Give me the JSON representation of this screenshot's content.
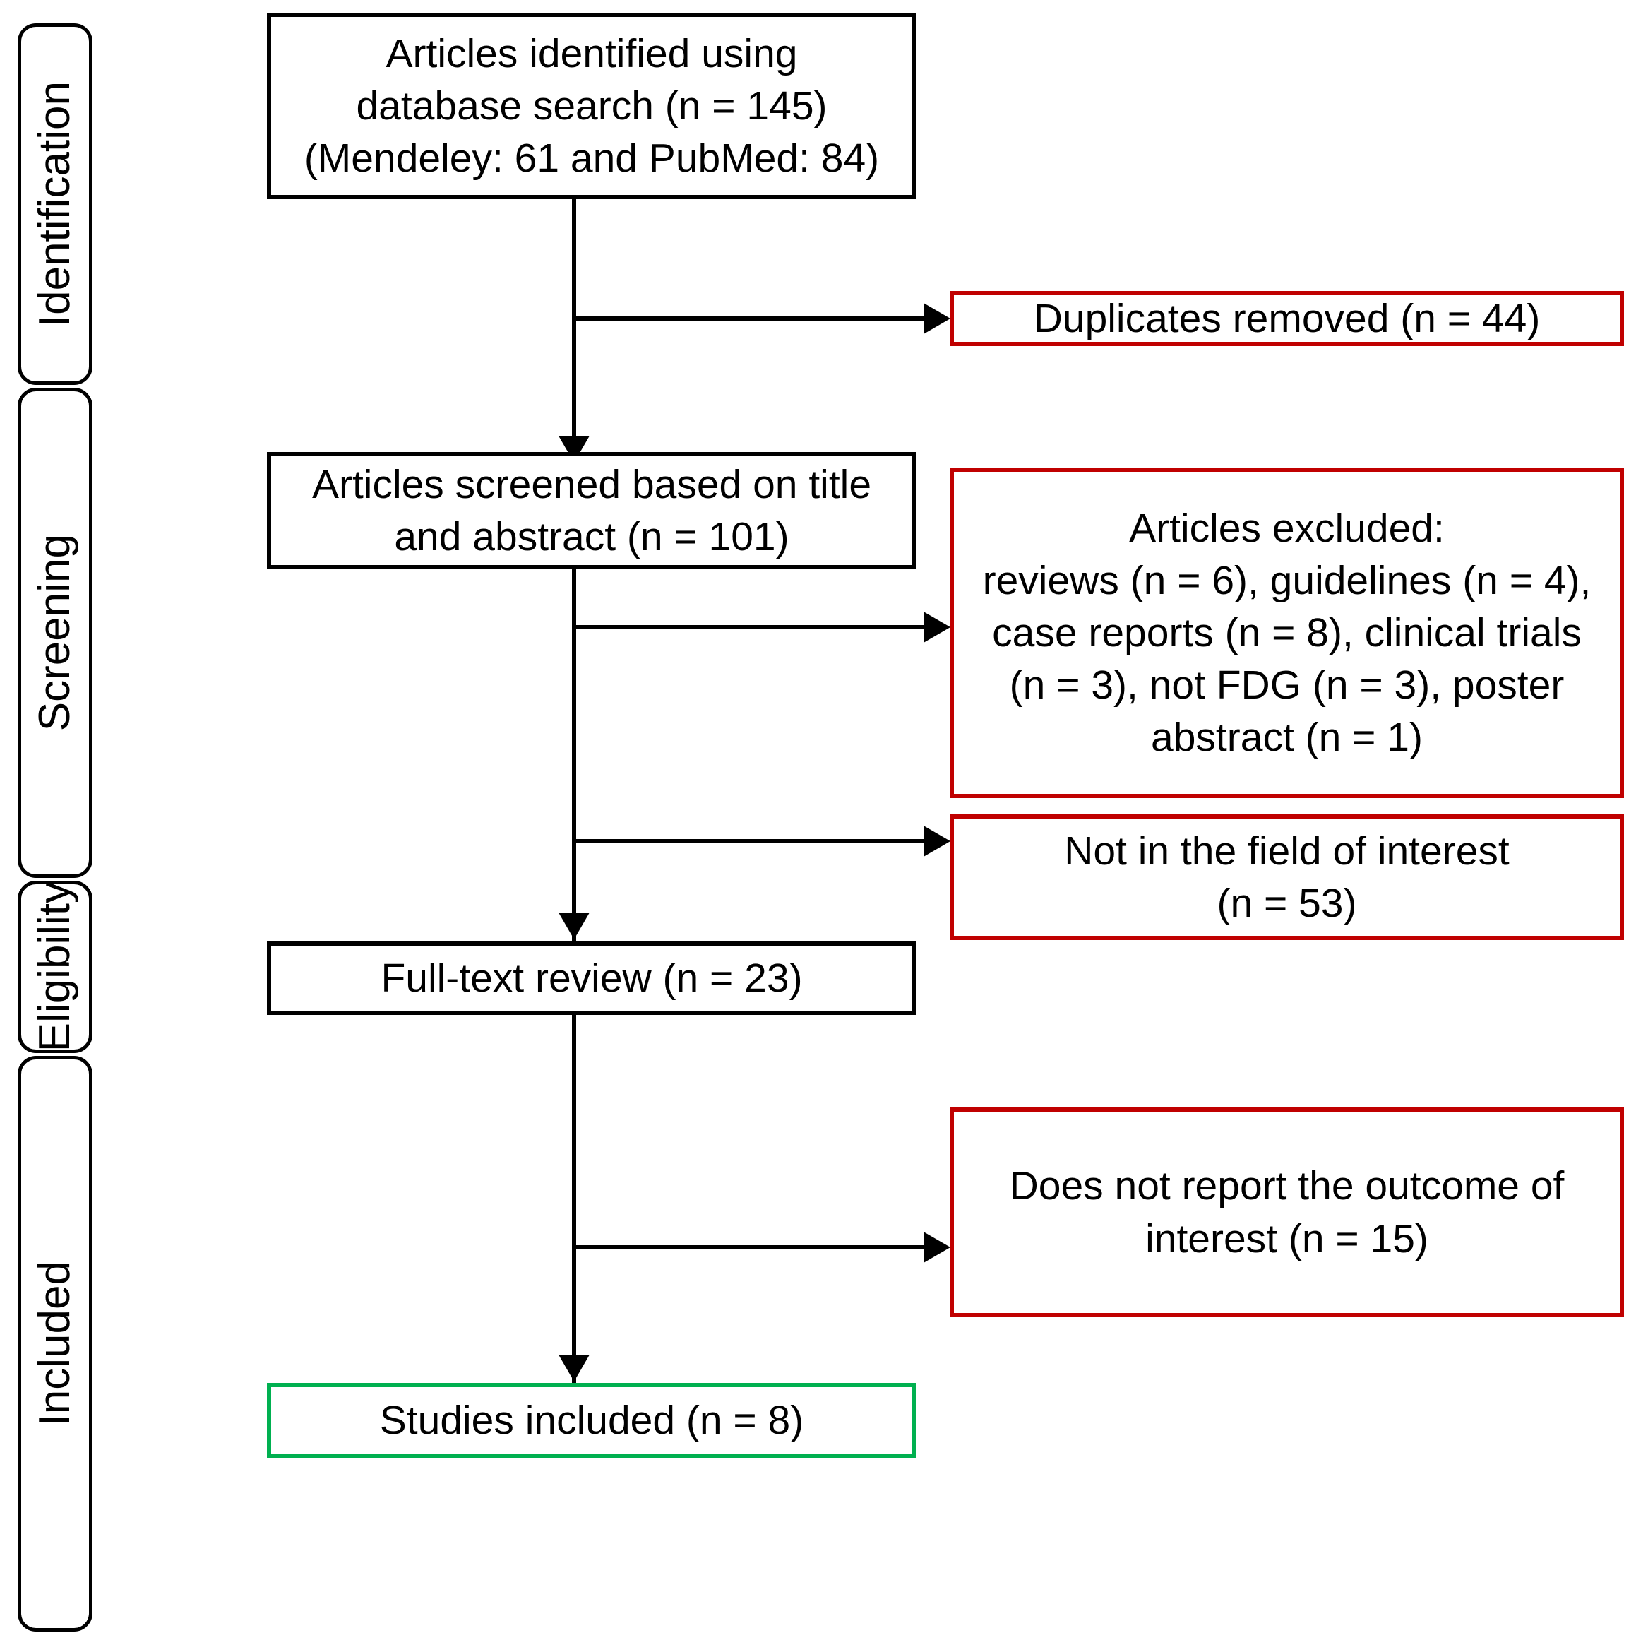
{
  "figure": {
    "type": "prisma-flow-diagram",
    "colors": {
      "primary_border": "#000000",
      "excluded_border": "#C00000",
      "included_border": "#00B050",
      "connector": "#000000",
      "background": "#FFFFFF"
    }
  },
  "stages": [
    {
      "id": "identification",
      "label": "Identification"
    },
    {
      "id": "screening",
      "label": "Screening"
    },
    {
      "id": "eligibility",
      "label": "Eligibility"
    },
    {
      "id": "included",
      "label": "Included"
    }
  ],
  "flow": {
    "identified": {
      "text": "Articles identified using\ndatabase search (n = 145)\n(Mendeley: 61 and PubMed: 84)",
      "n": 145,
      "sources": [
        {
          "name": "Mendeley",
          "n": 61
        },
        {
          "name": "PubMed",
          "n": 84
        }
      ]
    },
    "duplicates_removed": {
      "text": "Duplicates removed (n = 44)",
      "n": 44
    },
    "screened": {
      "text": "Articles screened based on title\nand abstract (n = 101)",
      "n": 101
    },
    "articles_excluded": {
      "text": "Articles excluded:\nreviews (n = 6), guidelines (n = 4),\ncase reports (n = 8), clinical trials\n(n = 3), not FDG (n = 3), poster\nabstract (n = 1)",
      "reasons": [
        {
          "reason": "reviews",
          "n": 6
        },
        {
          "reason": "guidelines",
          "n": 4
        },
        {
          "reason": "case reports",
          "n": 8
        },
        {
          "reason": "clinical trials",
          "n": 3
        },
        {
          "reason": "not FDG",
          "n": 3
        },
        {
          "reason": "poster abstract",
          "n": 1
        }
      ]
    },
    "not_in_field": {
      "text": "Not in the field of interest\n(n = 53)",
      "n": 53
    },
    "full_text_review": {
      "text": "Full-text review (n = 23)",
      "n": 23
    },
    "no_outcome": {
      "text": "Does not report the outcome of\ninterest (n = 15)",
      "n": 15
    },
    "studies_included": {
      "text": "Studies included (n = 8)",
      "n": 8
    }
  }
}
